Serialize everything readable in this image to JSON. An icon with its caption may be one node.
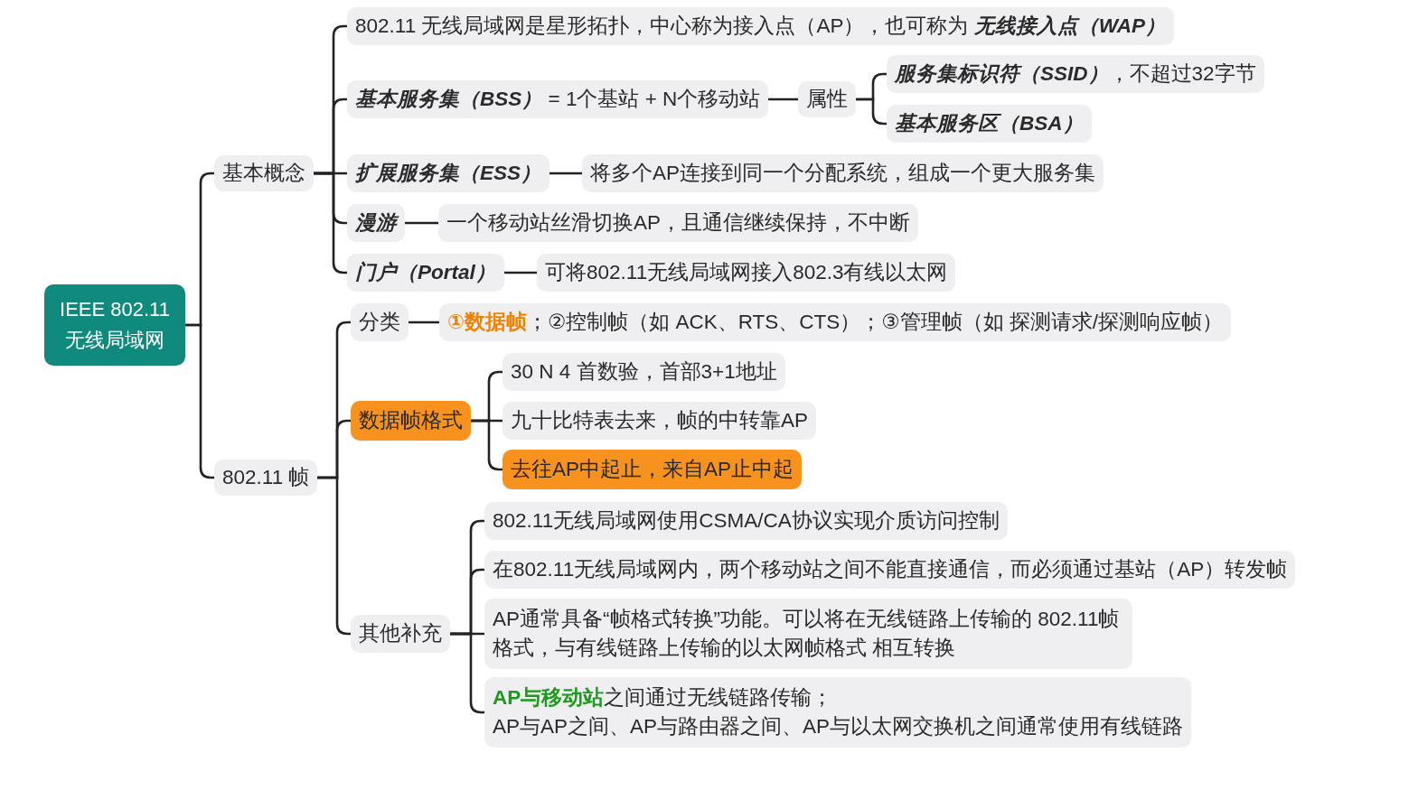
{
  "diagram": {
    "nodes": [
      {
        "text": [
          "IEEE 802.11 无线局域网"
        ]
      },
      {
        "text": [
          "基本概念"
        ]
      },
      {
        "text": [
          "802.11 无线局域网是星形拓扑，中心称为接入点（AP），也可称为 *无线接入点（WAP）*"
        ]
      },
      {
        "text": [
          "*基本服务集（BSS）* = 1个基站 + N个移动站"
        ]
      },
      {
        "text": [
          "属性"
        ]
      },
      {
        "text": [
          "*服务集标识符（SSID）*，不超过32字节"
        ]
      },
      {
        "text": [
          "基本服务区（BSA）"
        ]
      },
      {
        "text": [
          "扩展服务集（ESS）"
        ]
      },
      {
        "text": [
          "将多个AP连接到同一个分配系统，组成一个更大服务集"
        ]
      },
      {
        "text": [
          "漫游"
        ]
      },
      {
        "text": [
          "一个移动站丝滑切换AP，且通信继续保持，不中断"
        ]
      },
      {
        "text": [
          "门户（Portal）"
        ]
      },
      {
        "text": [
          "可将802.11无线局域网接入802.3有线以太网"
        ]
      },
      {
        "text": [
          "802.11 帧"
        ]
      },
      {
        "text": [
          "分类"
        ]
      },
      {
        "text": [
          "**①数据帧**；②控制帧（如 ACK、RTS、CTS）；③管理帧（如 探测请求/探测响应帧）"
        ]
      },
      {
        "text": [
          "数据帧格式"
        ]
      },
      {
        "text": [
          "30 N 4 首数验，首部3+1地址"
        ]
      },
      {
        "text": [
          "九十比特表去来，帧的中转靠AP"
        ]
      },
      {
        "text": [
          "去往AP中起止，来自AP止中起"
        ]
      },
      {
        "text": [
          "其他补充"
        ]
      },
      {
        "text": [
          "802.11无线局域网使用CSMA/CA协议实现介质访问控制"
        ]
      },
      {
        "text": [
          "在802.11无线局域网内，两个移动站之间不能直接通信，而必须通过基站（AP）转发帧"
        ]
      },
      {
        "text": [
          "AP通常具备“帧格式转换”功能。可以将在无线链路上传输的 802.11帧格式，与有线链路上传输的以太网帧格式 相互转换"
        ]
      },
      {
        "text": [
          "**AP与移动站**之间通过无线链路传输；",
          "AP与AP之间、AP与路由器之间、AP与以太网交换机之间通常使用有线链路"
        ]
      }
    ],
    "edges": [
      {
        "from": 0,
        "to": 1,
        "arrow": "none"
      },
      {
        "from": 0,
        "to": 13,
        "arrow": "none"
      },
      {
        "from": 1,
        "to": 2,
        "arrow": "none"
      },
      {
        "from": 1,
        "to": 3,
        "arrow": "none"
      },
      {
        "from": 1,
        "to": 7,
        "arrow": "none"
      },
      {
        "from": 1,
        "to": 9,
        "arrow": "none"
      },
      {
        "from": 1,
        "to": 11,
        "arrow": "none"
      },
      {
        "from": 3,
        "to": 4,
        "arrow": "none"
      },
      {
        "from": 4,
        "to": 5,
        "arrow": "none"
      },
      {
        "from": 4,
        "to": 6,
        "arrow": "none"
      },
      {
        "from": 7,
        "to": 8,
        "arrow": "none"
      },
      {
        "from": 9,
        "to": 10,
        "arrow": "none"
      },
      {
        "from": 11,
        "to": 12,
        "arrow": "none"
      },
      {
        "from": 13,
        "to": 14,
        "arrow": "none"
      },
      {
        "from": 13,
        "to": 16,
        "arrow": "none"
      },
      {
        "from": 13,
        "to": 20,
        "arrow": "none"
      },
      {
        "from": 14,
        "to": 15,
        "arrow": "none"
      },
      {
        "from": 16,
        "to": 17,
        "arrow": "none"
      },
      {
        "from": 16,
        "to": 18,
        "arrow": "none"
      },
      {
        "from": 16,
        "to": 19,
        "arrow": "none"
      },
      {
        "from": 20,
        "to": 21,
        "arrow": "none"
      },
      {
        "from": 20,
        "to": 22,
        "arrow": "none"
      },
      {
        "from": 20,
        "to": 23,
        "arrow": "none"
      },
      {
        "from": 20,
        "to": 24,
        "arrow": "none"
      }
    ]
  }
}
